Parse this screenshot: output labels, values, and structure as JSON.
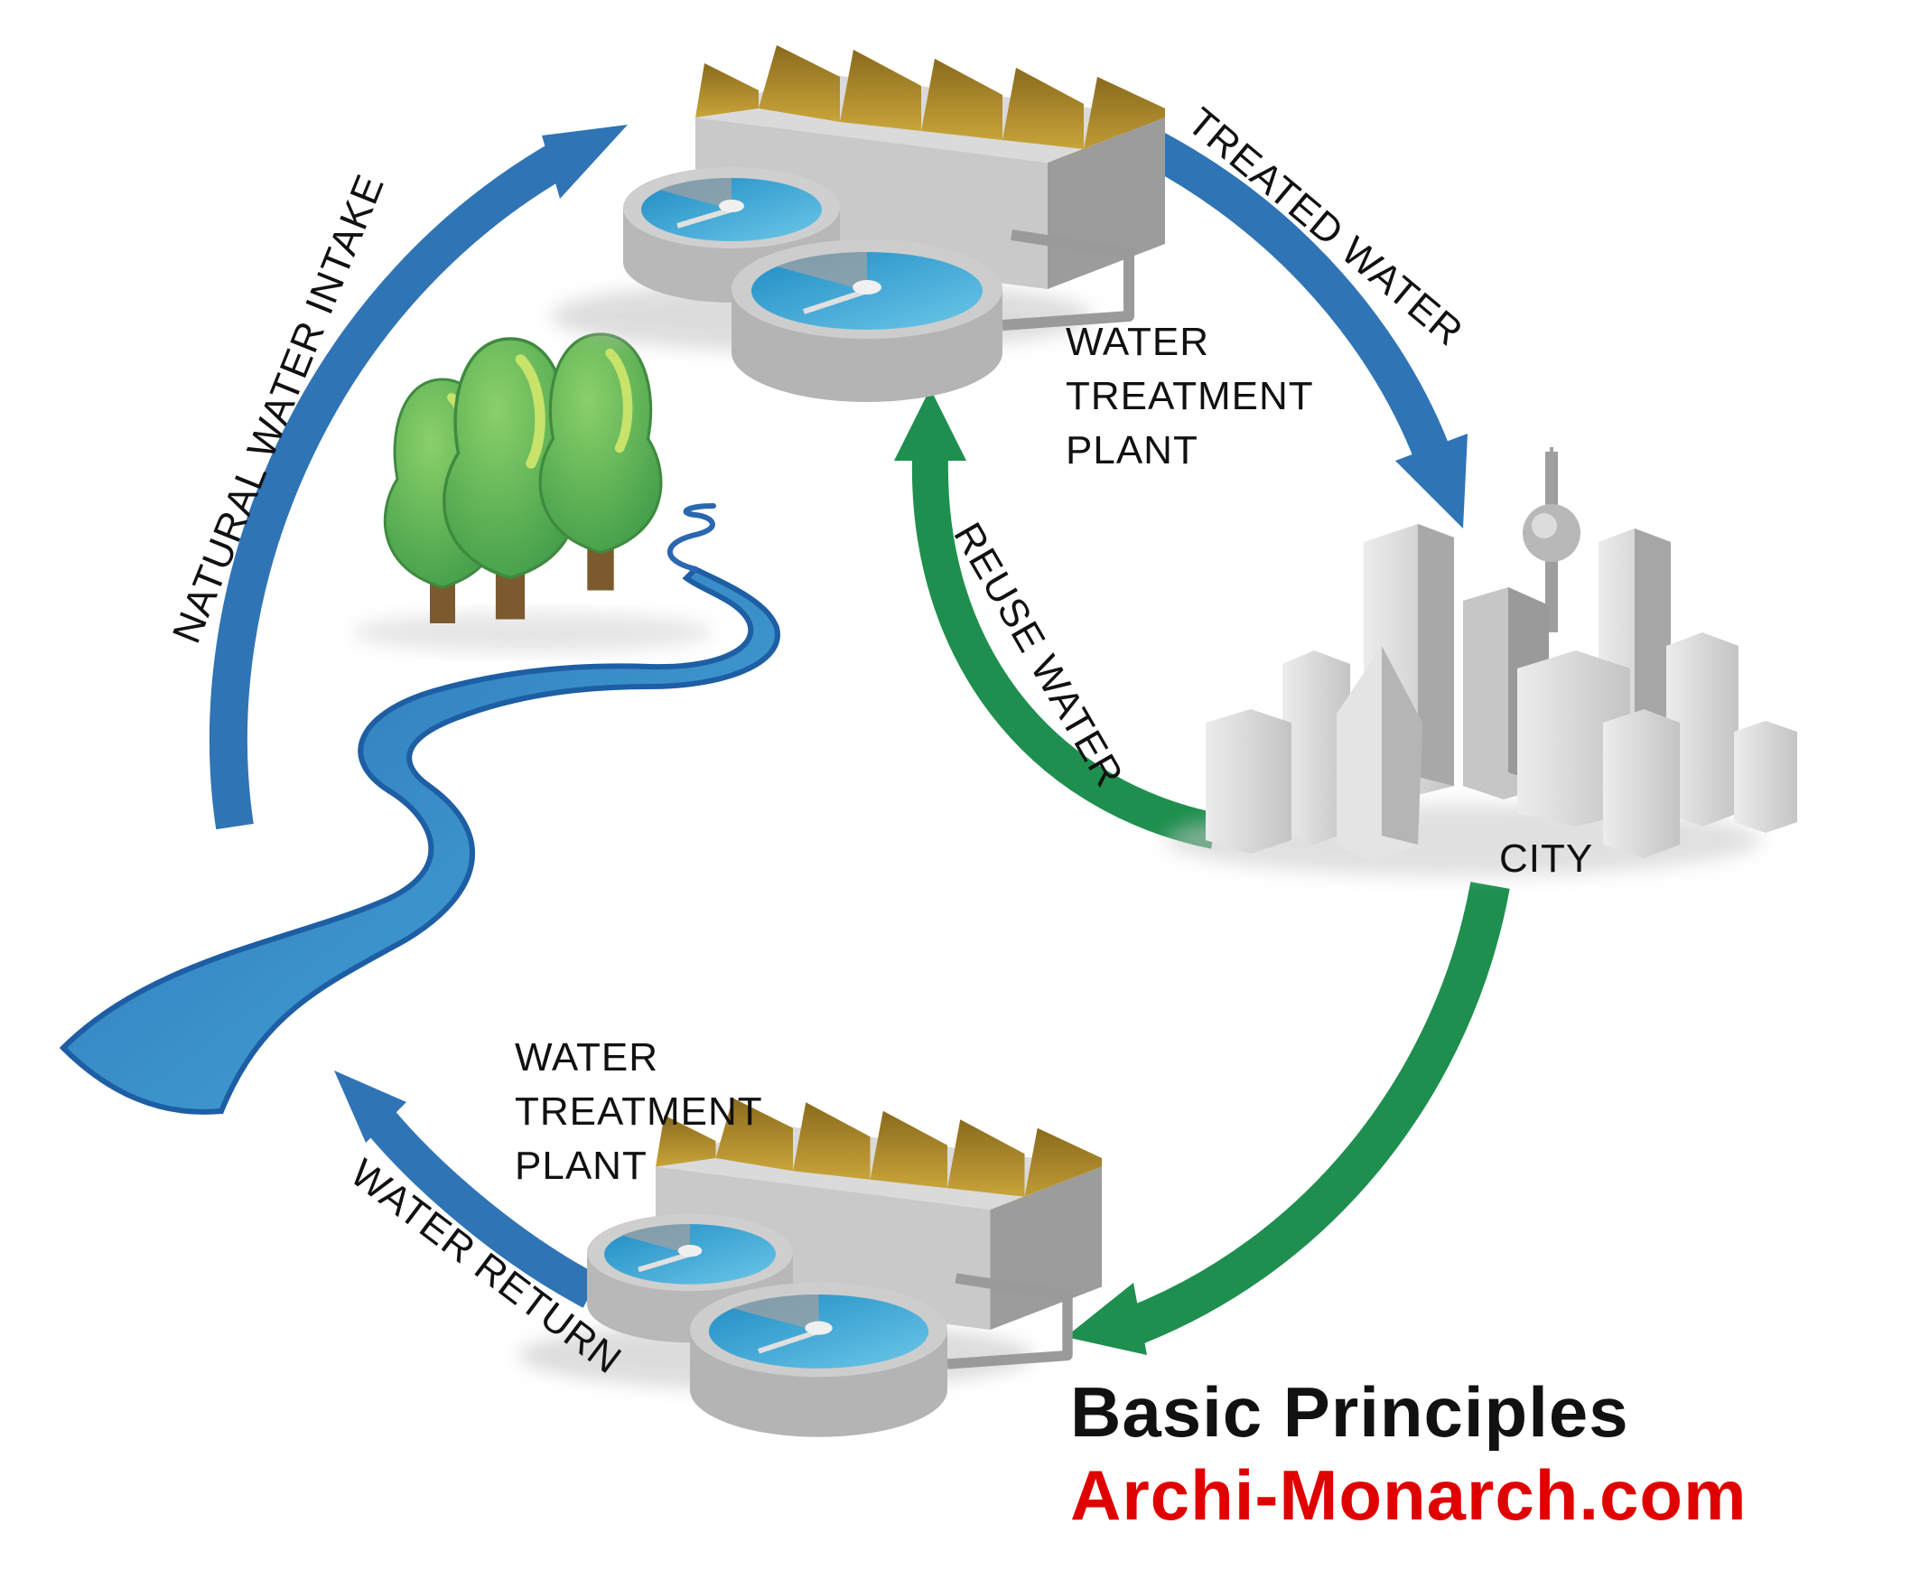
{
  "labels": {
    "natural_water_intake": "NATURAL  WATER INTAKE",
    "treated_water": "TREATED WATER",
    "reuse_water": "REUSE WATER",
    "water_return": "WATER RETURN",
    "city": "CITY",
    "top_plant": [
      "WATER",
      "TREATMENT",
      "PLANT"
    ],
    "bottom_plant": [
      "WATER",
      "TREATMENT",
      "PLANT"
    ]
  },
  "footer": {
    "title": "Basic Principles",
    "url": "Archi-Monarch.com"
  },
  "colors": {
    "blue_arrow": "#2f74b5",
    "green_arrow": "#1e8f4e",
    "river": "#3a9bd0",
    "roof": "#a8892a",
    "building": "#cfcfcf",
    "tank_water": "#3fa9d6",
    "tree": "#5cb85c",
    "footer_url": "#e00000"
  },
  "icons": [
    "tree-icon",
    "river-icon",
    "treatment-plant-icon",
    "city-icon",
    "arrow-icon"
  ]
}
